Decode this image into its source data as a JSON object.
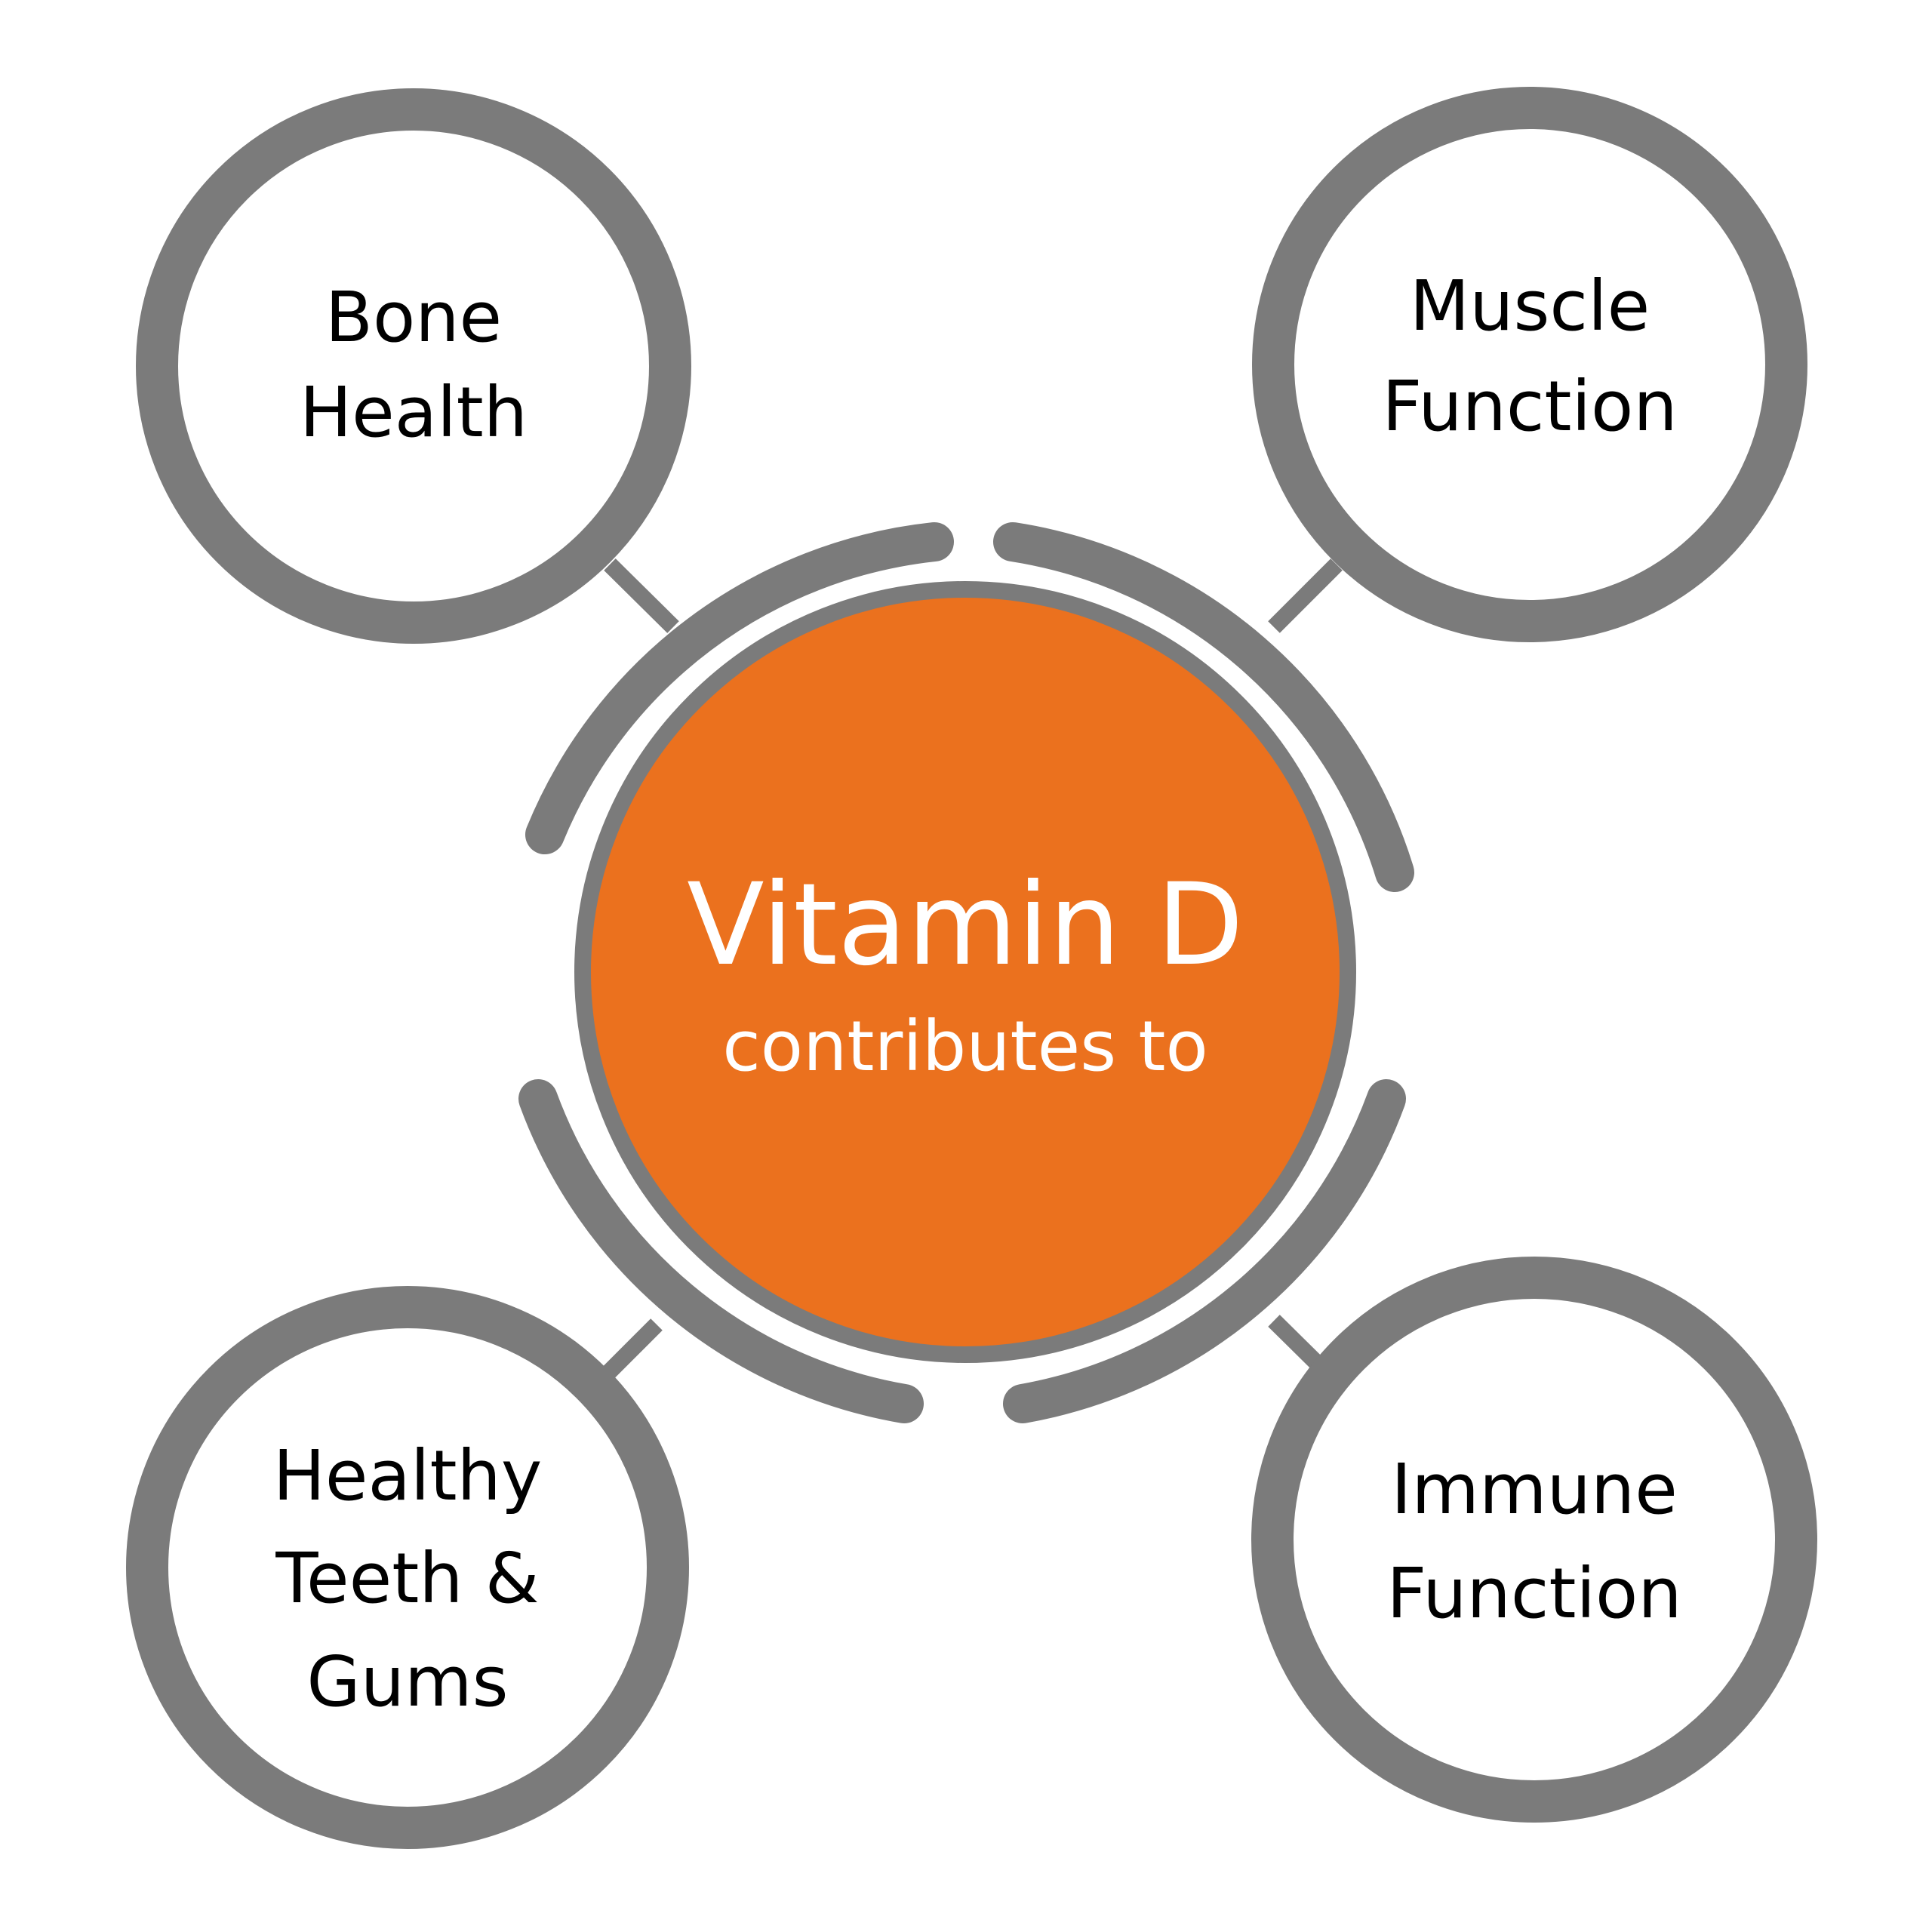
{
  "colors": {
    "ring": "#7b7b7b",
    "center_fill": "#eb711e",
    "center_text": "#ffffff",
    "node_text": "#000000",
    "background": "#ffffff"
  },
  "center": {
    "title": "Vitamin D",
    "subtitle": "contributes to"
  },
  "nodes": [
    {
      "id": "bone-health",
      "lines": [
        "Bone",
        "Health"
      ]
    },
    {
      "id": "muscle-function",
      "lines": [
        "Muscle",
        "Function"
      ]
    },
    {
      "id": "healthy-teeth-gums",
      "lines": [
        "Healthy",
        "Teeth &",
        "Gums"
      ]
    },
    {
      "id": "immune-function",
      "lines": [
        "Immune",
        "Function"
      ]
    }
  ]
}
